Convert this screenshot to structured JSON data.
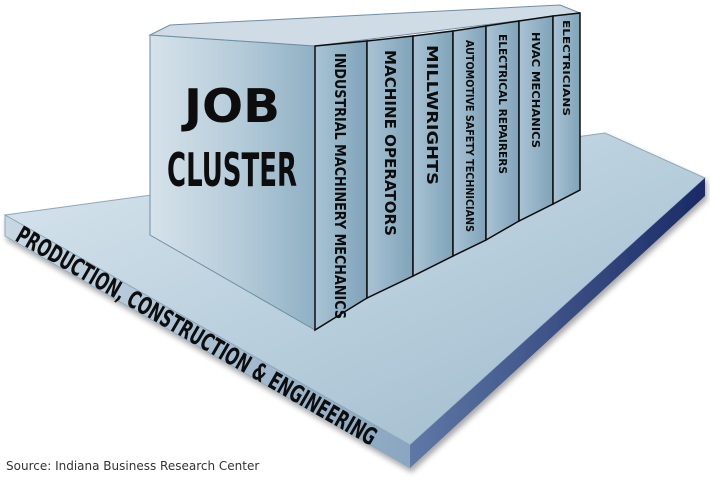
{
  "diagram": {
    "main_label_line1": "JOB",
    "main_label_line2": "CLUSTER",
    "base_label": "PRODUCTION, CONSTRUCTION & ENGINEERING",
    "spines": [
      "INDUSTRIAL MACHINERY MECHANICS",
      "MACHINE OPERATORS",
      "MILLWRIGHTS",
      "AUTOMOTIVE SAFETY TECHNICIANS",
      "ELECTRICAL REPAIRERS",
      "HVAC MECHANICS",
      "ELECTRICIANS"
    ],
    "source": "Source: Indiana Business Research Center"
  },
  "colors": {
    "platform_top": "#b9cfdd",
    "platform_edge": "#1e2f6b",
    "book_front": "#a9c3d4",
    "book_spine": "#8fb1c5",
    "book_top": "#cfdce6",
    "divider": "#0d0d0d"
  }
}
